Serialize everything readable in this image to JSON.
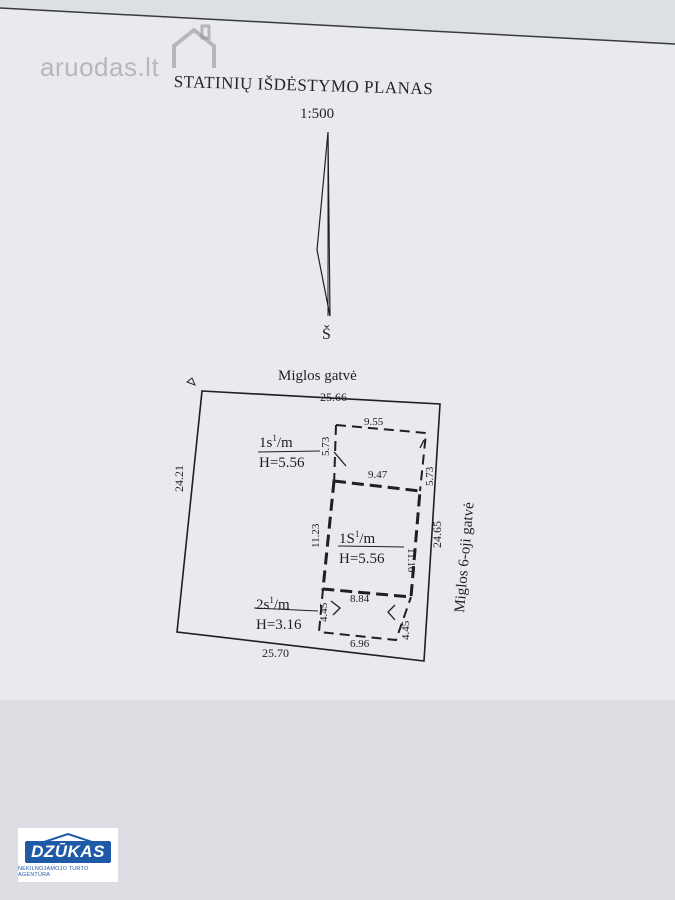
{
  "watermark": {
    "text": "aruodas.lt"
  },
  "plan": {
    "title": "STATINIŲ IŠDĖSTYMO PLANAS",
    "scale": "1:500",
    "north_letter": "Š"
  },
  "streets": {
    "top": "Miglos gatvė",
    "right": "Miglos 6-oji gatvė"
  },
  "dimensions": {
    "top": "25.66",
    "left": "24.21",
    "bottom": "25.70",
    "right": "24.65",
    "b1_top": "9.55",
    "b1_left": "5.73",
    "b1_right": "5.73",
    "b2_top": "9.47",
    "b2_left": "11.23",
    "b2_right": "11.10",
    "b3_top": "8.84",
    "b3_bottom": "6.96",
    "b3_left": "4.45",
    "b3_right": "4.45"
  },
  "buildings": [
    {
      "code": "1s",
      "sup": "1",
      "suffix": "/m",
      "height": "H=5.56"
    },
    {
      "code": "1S",
      "sup": "1",
      "suffix": "/m",
      "height": "H=5.56"
    },
    {
      "code": "2s",
      "sup": "1",
      "suffix": "/m",
      "height": "H=3.16"
    }
  ],
  "agency": {
    "name": "DZŪKAS",
    "tagline": "NEKILNOJAMOJO TURTO AGENTŪRA"
  },
  "colors": {
    "paper": "#e8eaee",
    "ink": "#1f1f1f",
    "brand_blue": "#1f5aa8"
  }
}
